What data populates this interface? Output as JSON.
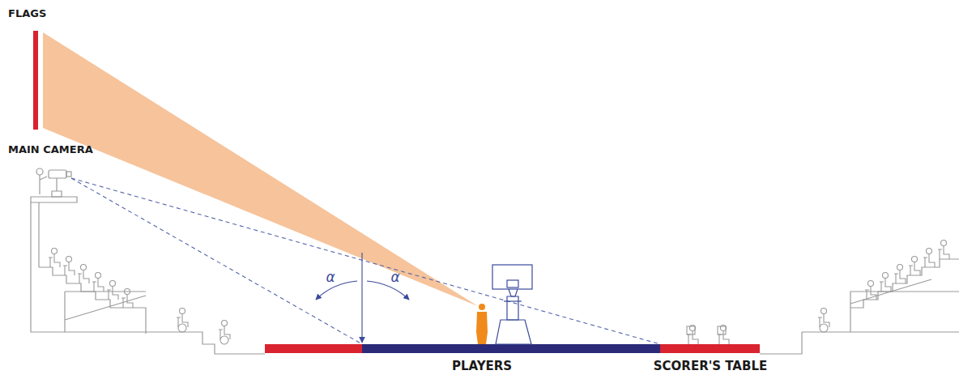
{
  "diagram": {
    "labels": [
      "FLAGS",
      "MAIN CAMERA",
      "α",
      "α",
      "PLAYERS",
      "SCORER'S TABLE"
    ]
  }
}
